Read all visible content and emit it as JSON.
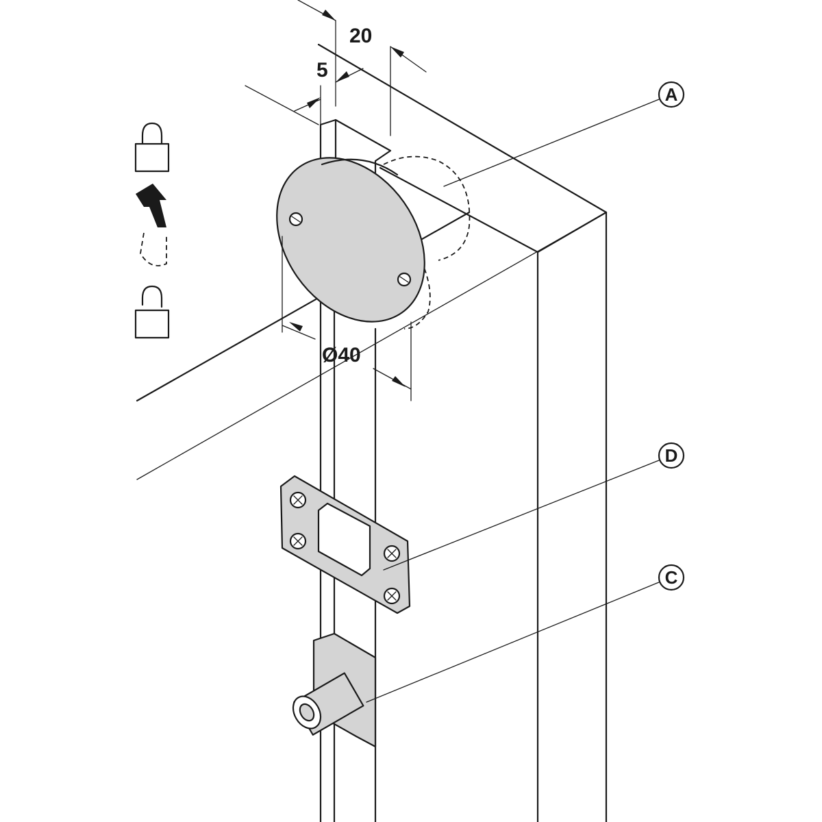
{
  "dimensions": {
    "offset_5": "5",
    "depth_20": "20",
    "diameter": "Ø40"
  },
  "callouts": {
    "a": "A",
    "c": "C",
    "d": "D"
  },
  "icons": {
    "locked": "padlock-closed-icon",
    "arrow": "turn-arrow-icon",
    "unlocked": "padlock-open-icon"
  },
  "colors": {
    "line": "#1a1a1a",
    "fill": "#d4d4d4",
    "background": "#ffffff"
  }
}
